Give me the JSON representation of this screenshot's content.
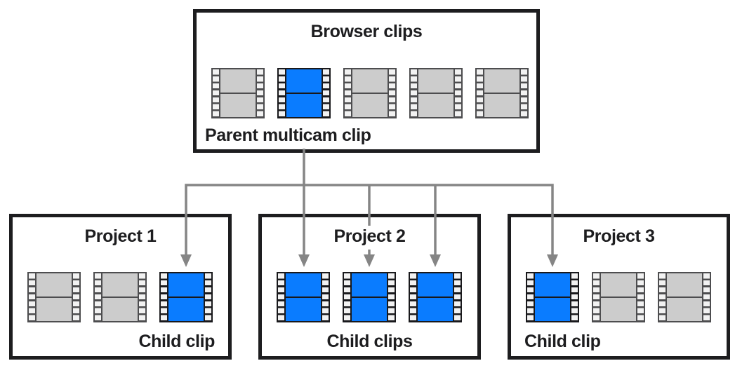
{
  "diagram": {
    "colors": {
      "box_border": "#1d1d1f",
      "text": "#1d1d1f",
      "arrow": "#858585",
      "clip_blue_fill": "#0a7cff",
      "clip_blue_border": "#19191c",
      "clip_gray_fill": "#cccccc",
      "clip_gray_border": "#4d4d4f",
      "perf_hole": "#f2f2f2"
    },
    "icons": {
      "clip": "film-strip-icon",
      "blue_meaning": "multicam clip (highlighted)",
      "gray_meaning": "regular clip"
    },
    "parent_box": {
      "title": "Browser clips",
      "label": "Parent multicam clip",
      "clips": [
        "gray",
        "blue",
        "gray",
        "gray",
        "gray"
      ]
    },
    "projects": [
      {
        "title": "Project 1",
        "label": "Child clip",
        "clips": [
          "gray",
          "gray",
          "blue"
        ]
      },
      {
        "title": "Project 2",
        "label": "Child clips",
        "clips": [
          "blue",
          "blue",
          "blue"
        ]
      },
      {
        "title": "Project 3",
        "label": "Child clip",
        "clips": [
          "blue",
          "gray",
          "gray"
        ]
      }
    ]
  }
}
